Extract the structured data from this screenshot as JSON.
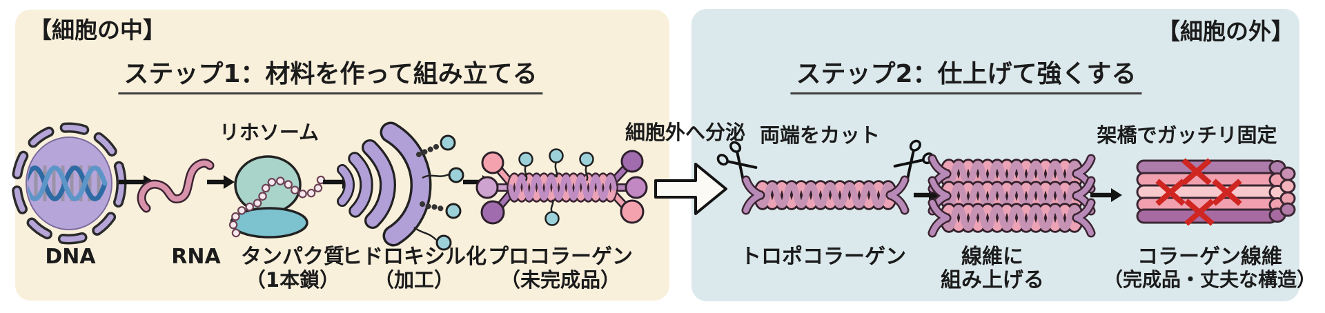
{
  "inside_panel": {
    "region_label": "【細胞の中】",
    "step_title": "ステップ1：材料を作って組み立てる",
    "ribosome_label": "リホソーム",
    "items": [
      {
        "label": "DNA"
      },
      {
        "label": "RNA"
      },
      {
        "label": "タンパク質",
        "sublabel": "（1本鎖）"
      },
      {
        "label": "ヒドロキシル化",
        "sublabel": "（加工）"
      },
      {
        "label": "プロコラーゲン",
        "sublabel": "（未完成品）"
      }
    ]
  },
  "transition": {
    "secretion_label": "細胞外へ分泌"
  },
  "outside_panel": {
    "region_label": "【細胞の外】",
    "step_title": "ステップ2：仕上げて強くする",
    "cut_label": "両端をカット",
    "crosslink_label": "架橋でガッチリ固定",
    "items": [
      {
        "label": "トロポコラーゲン"
      },
      {
        "label": "線維に",
        "sublabel": "組み上げる"
      },
      {
        "label": "コラーゲン線維",
        "sublabel": "（完成品・丈夫な構造）"
      }
    ]
  },
  "colors": {
    "inside_panel_bg": "#f9f0dc",
    "outside_panel_bg": "#dce9ec",
    "text": "#1b1b1b",
    "nucleus_purple": "#b6a5d8",
    "helix_blue": "#2e6aa3",
    "rna_pink": "#d893ab",
    "ribosome_teal_top": "#a9d4c9",
    "ribosome_teal_bottom": "#7cc2cf",
    "golgi_purple": "#b19fd8",
    "dot_teal": "#9cd1da",
    "rope_pink": "#eda3b6",
    "rope_mauve": "#c08ec2",
    "crosslink_red": "#e0261c",
    "x_mark_red": "#cf2622",
    "arrow_black": "#141414"
  }
}
